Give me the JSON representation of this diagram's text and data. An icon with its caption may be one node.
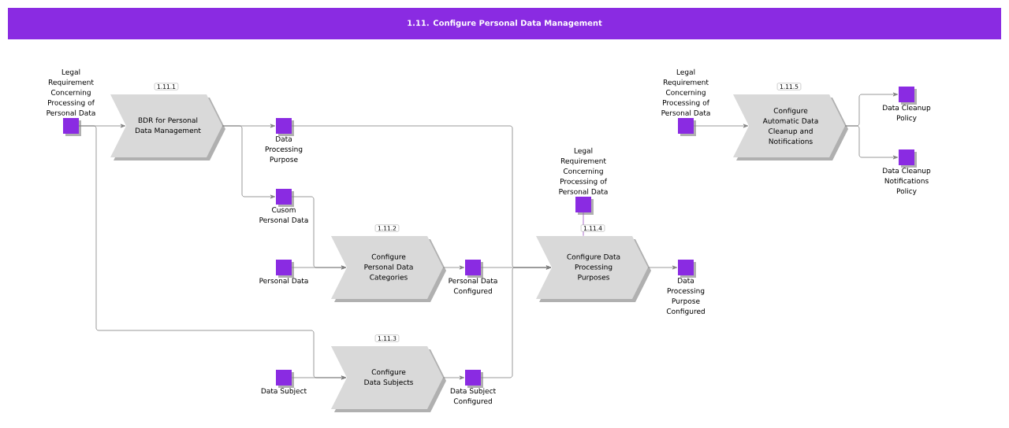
{
  "diagram": {
    "title": "1.11. Configure Personal Data Management",
    "nodes": [
      {
        "text": [],
        "shape": "box",
        "beside": [
          "Legal Requirement Concerning Processing of Personal Data"
        ]
      },
      {
        "text": [
          "BDR for Personal Data Management"
        ],
        "beside": [
          "1.11.1"
        ]
      },
      {
        "text": [],
        "shape": "box",
        "beside": [
          "Data Processing Purpose"
        ]
      },
      {
        "text": [],
        "shape": "box",
        "beside": [
          "Cusom Personal Data"
        ]
      },
      {
        "text": [],
        "shape": "box",
        "beside": [
          "Personal Data"
        ]
      },
      {
        "text": [
          "Configure Personal Data Categories"
        ],
        "beside": [
          "1.11.2"
        ]
      },
      {
        "text": [],
        "shape": "box",
        "beside": [
          "Personal Data Configured"
        ]
      },
      {
        "text": [],
        "shape": "box",
        "beside": [
          "Data Subject"
        ]
      },
      {
        "text": [
          "Configure Data Subjects"
        ],
        "beside": [
          "1.11.3"
        ]
      },
      {
        "text": [],
        "shape": "box",
        "beside": [
          "Data Subject Configured"
        ]
      },
      {
        "text": [],
        "shape": "box",
        "beside": [
          "Legal Requirement Concerning Processing of Personal Data"
        ]
      },
      {
        "text": [
          "Configure Data Processing Purposes"
        ],
        "beside": [
          "1.11.4"
        ]
      },
      {
        "text": [],
        "shape": "box",
        "beside": [
          "Data Processing Purpose Configured"
        ]
      },
      {
        "text": [],
        "shape": "box",
        "beside": [
          "Legal Requirement Concerning Processing of Personal Data"
        ]
      },
      {
        "text": [
          "Configure Automatic Data Cleanup and Notifications"
        ],
        "beside": [
          "1.11.5"
        ]
      },
      {
        "text": [],
        "shape": "box",
        "beside": [
          "Data Cleanup Policy"
        ]
      },
      {
        "text": [],
        "shape": "box",
        "beside": [
          "Data Cleanup Notifications Policy"
        ]
      }
    ],
    "edges": [
      {
        "from": 0,
        "to": 1,
        "arrow": "to"
      },
      {
        "from": 0,
        "to": 8,
        "arrow": "to"
      },
      {
        "from": 1,
        "to": 2,
        "arrow": "to"
      },
      {
        "from": 1,
        "to": 3,
        "arrow": "to"
      },
      {
        "from": 2,
        "to": 11,
        "arrow": "to"
      },
      {
        "from": 3,
        "to": 5,
        "arrow": "to"
      },
      {
        "from": 4,
        "to": 5,
        "arrow": "to"
      },
      {
        "from": 5,
        "to": 6,
        "arrow": "to"
      },
      {
        "from": 6,
        "to": 11,
        "arrow": "to"
      },
      {
        "from": 9,
        "to": 11,
        "arrow": "to"
      },
      {
        "from": 7,
        "to": 8,
        "arrow": "to"
      },
      {
        "from": 8,
        "to": 9,
        "arrow": "to"
      },
      {
        "from": 10,
        "to": 11,
        "arrow": "none",
        "color": "#9b4fc0"
      },
      {
        "from": 11,
        "to": 12,
        "arrow": "to"
      },
      {
        "from": 13,
        "to": 14,
        "arrow": "to"
      },
      {
        "from": 14,
        "to": 15,
        "arrow": "to"
      },
      {
        "from": 14,
        "to": 16,
        "arrow": "to"
      }
    ]
  }
}
